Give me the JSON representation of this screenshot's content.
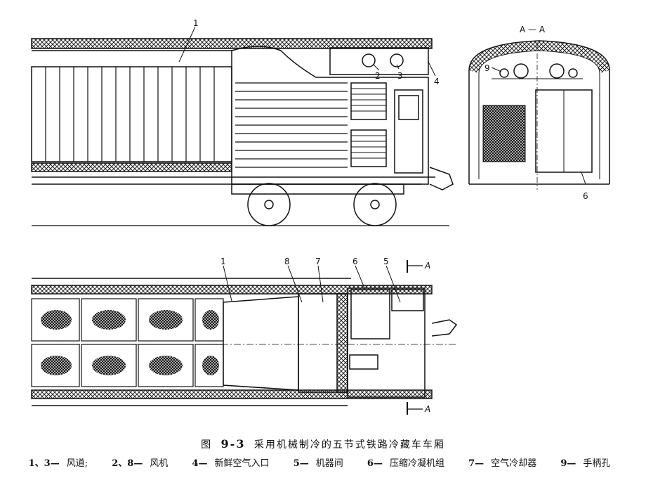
{
  "figure": {
    "caption_prefix": "图",
    "caption_number": "9-3",
    "caption_title": "采用机械制冷的五节式铁路冷藏车车厢",
    "legend": [
      {
        "key": "1、3—",
        "text": "风道;"
      },
      {
        "key": "2、8—",
        "text": "风机"
      },
      {
        "key": "4—",
        "text": "新鲜空气入口"
      },
      {
        "key": "5—",
        "text": "机器间"
      },
      {
        "key": "6—",
        "text": "压缩冷凝机组"
      },
      {
        "key": "7—",
        "text": "空气冷却器"
      },
      {
        "key": "9—",
        "text": "手柄孔"
      }
    ]
  },
  "labels": {
    "side_1": "1",
    "side_2": "2",
    "side_3": "3",
    "side_4": "4",
    "section_title": "A — A",
    "section_9": "9",
    "section_6": "6",
    "plan_1": "1",
    "plan_8": "8",
    "plan_7": "7",
    "plan_6": "6",
    "plan_5": "5",
    "section_mark_top": "A",
    "section_mark_bottom": "A"
  }
}
